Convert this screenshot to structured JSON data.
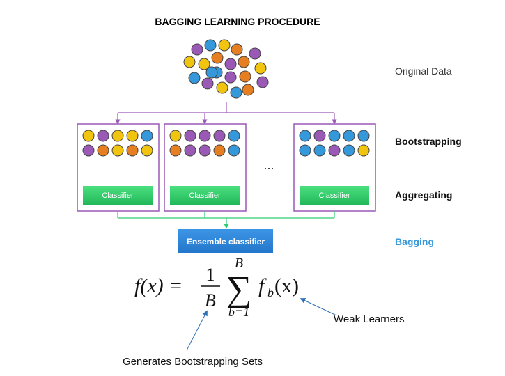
{
  "title": "BAGGING LEARNING PROCEDURE",
  "colors": {
    "purple": "#9b59b6",
    "orange": "#e67e22",
    "yellow": "#f1c40f",
    "blue": "#3498db",
    "box_border": "#9b59b6",
    "classifier_green": "#2ecc71",
    "ensemble_blue": "#2e86de",
    "bagging_label": "#3a9ad9"
  },
  "original_data": {
    "label": "Original Data",
    "dots": [
      "purple",
      "blue",
      "yellow",
      "orange",
      "purple",
      "yellow",
      "yellow",
      "orange",
      "purple",
      "orange",
      "yellow",
      "blue",
      "blue",
      "purple",
      "orange",
      "purple",
      "purple",
      "yellow",
      "blue",
      "orange",
      "blue"
    ]
  },
  "labels": {
    "bootstrapping": "Bootstrapping",
    "aggregating": "Aggregating",
    "bagging": "Bagging",
    "ellipsis": "..."
  },
  "samples": [
    {
      "dots": [
        "yellow",
        "purple",
        "yellow",
        "yellow",
        "blue",
        "purple",
        "orange",
        "yellow",
        "orange",
        "yellow"
      ],
      "classifier_label": "Classifier"
    },
    {
      "dots": [
        "yellow",
        "purple",
        "purple",
        "purple",
        "blue",
        "orange",
        "purple",
        "purple",
        "orange",
        "blue"
      ],
      "classifier_label": "Classifier"
    },
    {
      "dots": [
        "blue",
        "purple",
        "blue",
        "blue",
        "blue",
        "blue",
        "blue",
        "purple",
        "blue",
        "yellow"
      ],
      "classifier_label": "Classifier"
    }
  ],
  "ensemble": {
    "label": "Ensemble classifier"
  },
  "formula": {
    "lhs": "f(x) = ",
    "numerator": "1",
    "denominator": "B",
    "sum_upper": "B",
    "sum_symbol": "∑",
    "sum_lower": "b=1",
    "term_f": "f",
    "term_sub": "b",
    "term_arg": "(x)"
  },
  "annotations": {
    "weak_learners": "Weak Learners",
    "generates_sets": "Generates Bootstrapping Sets"
  }
}
